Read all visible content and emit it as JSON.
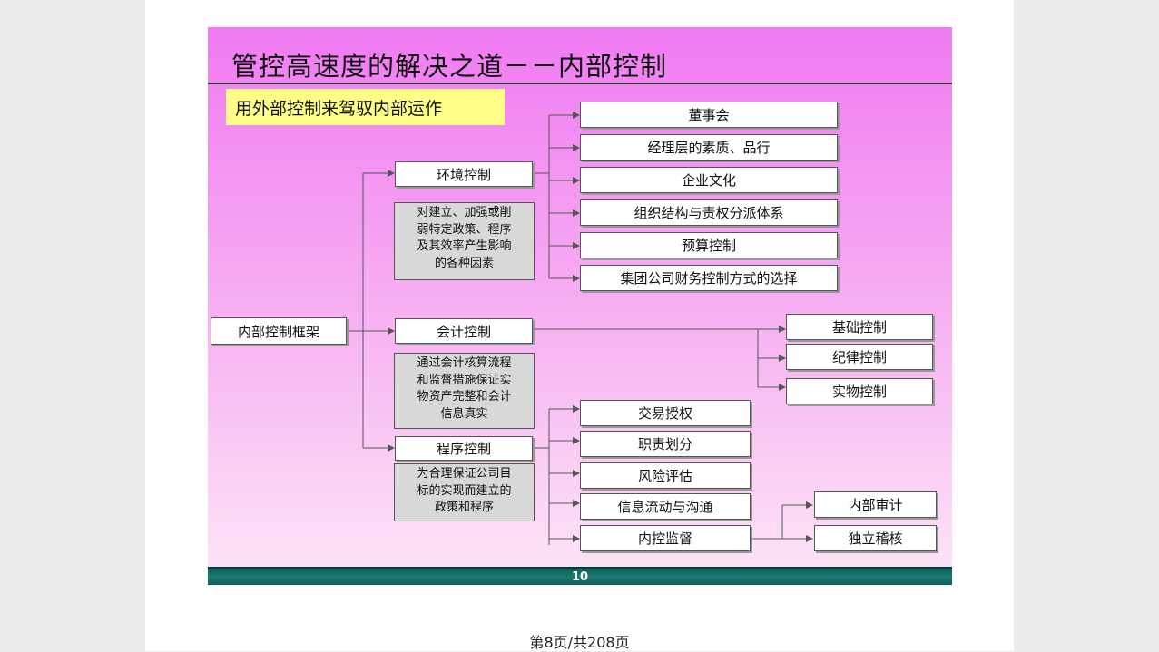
{
  "slide": {
    "title": "管控高速度的解决之道－－内部控制",
    "subtitle": "用外部控制来驾驭内部运作",
    "root": "内部控制框架",
    "categories": {
      "environment": "环境控制",
      "accounting": "会计控制",
      "procedure": "程序控制"
    },
    "descriptions": {
      "environment": [
        "对建立、加强或削",
        "弱特定政策、程序",
        "及其效率产生影响",
        "的各种因素"
      ],
      "accounting": [
        "通过会计核算流程",
        "和监督措施保证实",
        "物资产完整和会计",
        "信息真实"
      ],
      "procedure": [
        "为合理保证公司目",
        "标的实现而建立的",
        "政策和程序"
      ]
    },
    "environment_items": [
      "董事会",
      "经理层的素质、品行",
      "企业文化",
      "组织结构与责权分派体系",
      "预算控制",
      "集团公司财务控制方式的选择"
    ],
    "accounting_items": [
      "基础控制",
      "纪律控制",
      "实物控制"
    ],
    "procedure_items": [
      "交易授权",
      "职责划分",
      "风险评估",
      "信息流动与沟通",
      "内控监督"
    ],
    "supervision_items": [
      "内部审计",
      "独立稽核"
    ],
    "slide_number": "10"
  },
  "page_counter": "第8页/共208页",
  "colors": {
    "slide_top": "#f07af2",
    "slide_bottom": "#fde6f6",
    "subtitle_bg": "#ffff88",
    "footer_bar": "#0c5f56",
    "gray_box": "#d8d8d8"
  }
}
